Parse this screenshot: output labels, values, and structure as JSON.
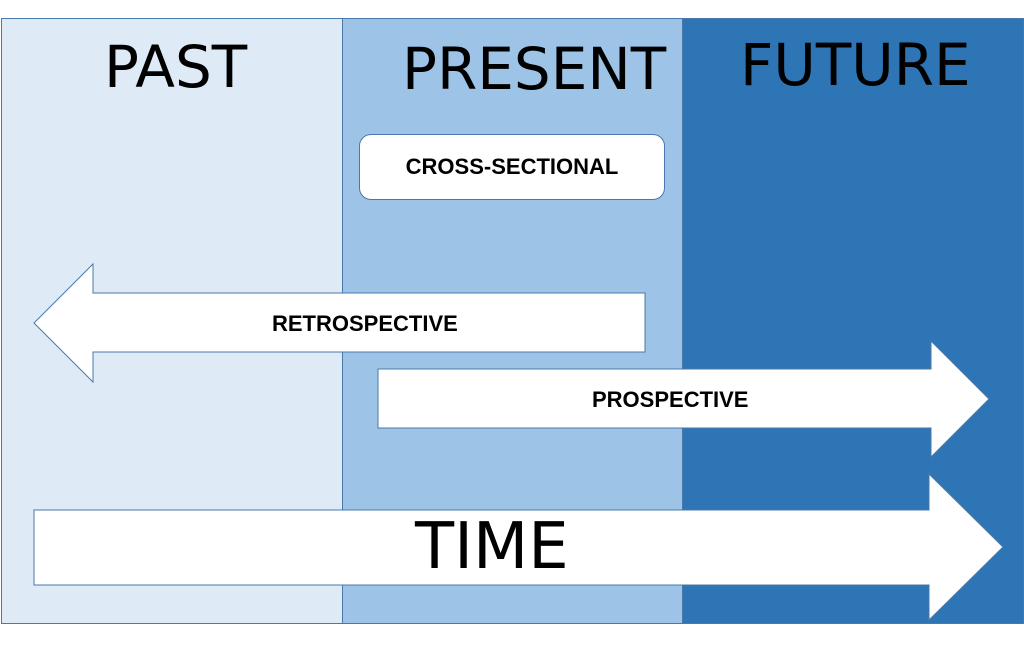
{
  "eras": {
    "past": "PAST",
    "present": "PRESENT",
    "future": "FUTURE"
  },
  "studies": {
    "cross_sectional": "CROSS-SECTIONAL",
    "retrospective": "RETROSPECTIVE",
    "prospective": "PROSPECTIVE"
  },
  "time_label": "TIME",
  "colors": {
    "past": "#deeaf6",
    "present": "#9dc3e6",
    "future": "#2e75b6",
    "border": "#4a78a8",
    "arrow_fill": "#ffffff"
  }
}
